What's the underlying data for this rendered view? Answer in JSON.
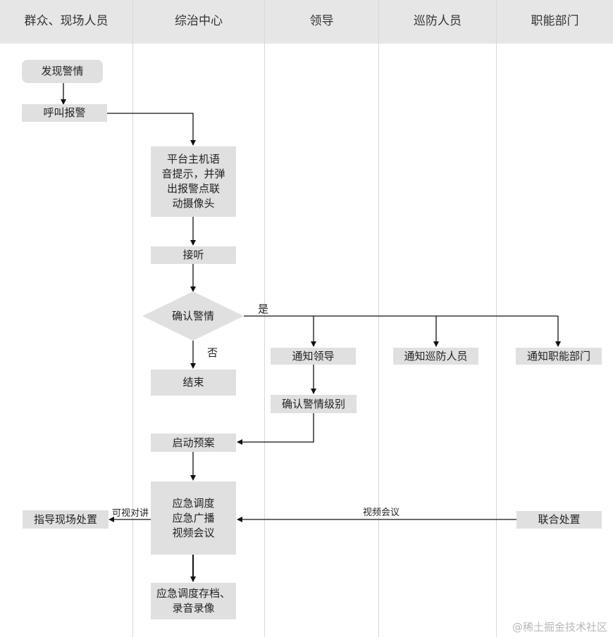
{
  "lanes": [
    "群众、现场人员",
    "综治中心",
    "领导",
    "巡防人员",
    "职能部门"
  ],
  "nodes": {
    "discover": "发现警情",
    "call": "呼叫报警",
    "platform": "平台主机语\n音提示，并弹\n出报警点联\n动摄像头",
    "answer": "接听",
    "confirm": "确认警情",
    "end": "结束",
    "notify_leader": "通知领导",
    "notify_patrol": "通知巡防人员",
    "notify_dept": "通知职能部门",
    "confirm_level": "确认警情级别",
    "start_plan": "启动预案",
    "dispatch": "应急调度\n应急广播\n视频会议",
    "guide": "指导现场处置",
    "joint": "联合处置",
    "archive": "应急调度存档、\n录音录像"
  },
  "edge_labels": {
    "yes": "是",
    "no": "否",
    "intercom": "可视对讲",
    "video_meeting": "视频会议"
  },
  "watermark": "@稀土掘金技术社区"
}
